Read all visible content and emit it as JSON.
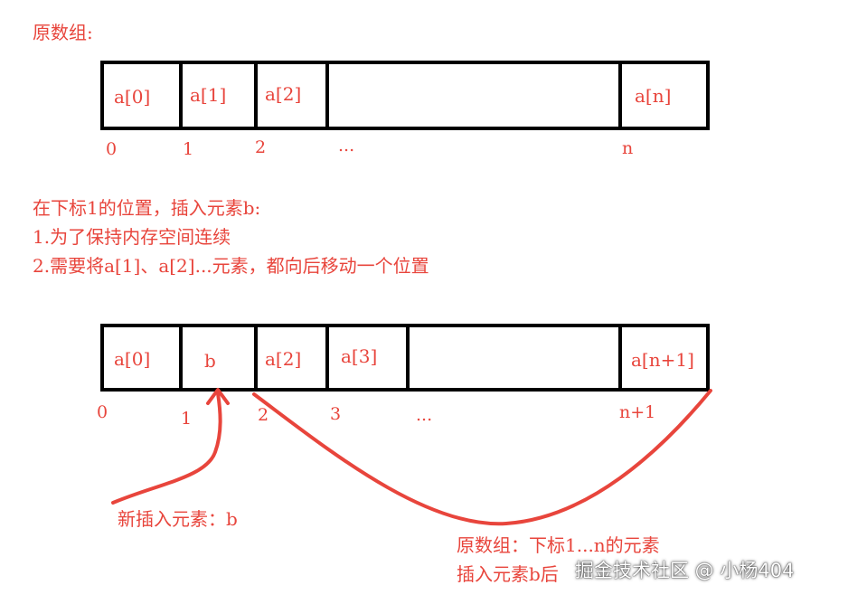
{
  "colors": {
    "ink": "#e8453c",
    "box": "#000000"
  },
  "top": {
    "title": "原数组:",
    "cells": [
      "a[0]",
      "a[1]",
      "a[2]",
      "",
      "a[n]"
    ],
    "indices": [
      "0",
      "1",
      "2",
      "...",
      "n"
    ]
  },
  "note": {
    "line1": "在下标1的位置，插入元素b:",
    "line2": "1.为了保持内存空间连续",
    "line3": "2.需要将a[1]、a[2]...元素，都向后移动一个位置"
  },
  "bottom": {
    "cells": [
      "a[0]",
      "b",
      "a[2]",
      "a[3]",
      "",
      "a[n+1]"
    ],
    "indices": [
      "0",
      "1",
      "2",
      "3",
      "...",
      "n+1"
    ]
  },
  "annotations": {
    "new_element": "新插入元素：b",
    "moved_line1": "原数组：下标1...n的元素",
    "moved_line2": "插入元素b后"
  },
  "watermark": "掘金技术社区 @ 小杨404"
}
